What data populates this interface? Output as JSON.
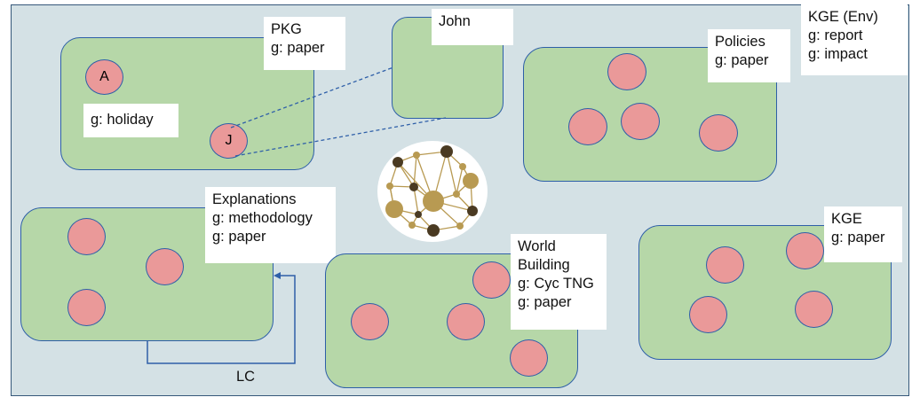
{
  "graphs": {
    "pkg": {
      "lines": [
        "PKG",
        "g: paper"
      ],
      "inner_label": "g: holiday",
      "nodes": [
        "A",
        "J"
      ]
    },
    "john": {
      "lines": [
        "John"
      ]
    },
    "policies": {
      "lines": [
        "Policies",
        "g: paper"
      ]
    },
    "kge_env": {
      "lines": [
        "KGE (Env)",
        "g: report",
        "g: impact"
      ]
    },
    "explanations": {
      "lines": [
        "Explanations",
        "g: methodology",
        "g: paper"
      ]
    },
    "world_building": {
      "lines": [
        "World",
        "Building",
        "g: Cyc TNG",
        "g: paper"
      ]
    },
    "kge": {
      "lines": [
        "KGE",
        "g: paper"
      ]
    }
  },
  "connector_label": "LC",
  "colors": {
    "background": "#d4e1e5",
    "graph_fill": "#b6d7a8",
    "node_fill": "#ea9999",
    "outline": "#2e5fa8",
    "logo_gold": "#b89a52",
    "logo_dark": "#4a3a22"
  },
  "icons": {
    "center_logo": "knowledge-graph-network-icon"
  }
}
